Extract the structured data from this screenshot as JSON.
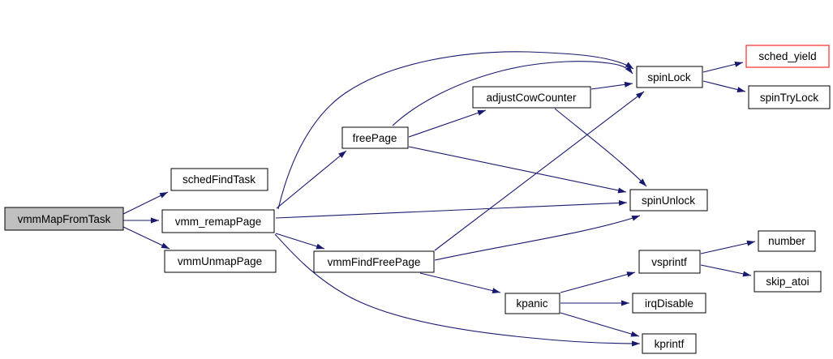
{
  "diagram": {
    "type": "call-graph",
    "theme": {
      "bg": "#ffffff",
      "edge_color": "#191970",
      "node_fill": "#ffffff",
      "node_border": "#000000",
      "root_fill": "#c0c0c0",
      "highlight_border": "#ff0000",
      "text_color": "#000000"
    },
    "nodes": [
      {
        "id": "vmmMapFromTask",
        "label": "vmmMapFromTask",
        "style": "root"
      },
      {
        "id": "schedFindTask",
        "label": "schedFindTask",
        "style": "normal"
      },
      {
        "id": "vmm_remapPage",
        "label": "vmm_remapPage",
        "style": "normal"
      },
      {
        "id": "vmmUnmapPage",
        "label": "vmmUnmapPage",
        "style": "normal"
      },
      {
        "id": "freePage",
        "label": "freePage",
        "style": "normal"
      },
      {
        "id": "adjustCowCounter",
        "label": "adjustCowCounter",
        "style": "normal"
      },
      {
        "id": "vmmFindFreePage",
        "label": "vmmFindFreePage",
        "style": "normal"
      },
      {
        "id": "spinLock",
        "label": "spinLock",
        "style": "normal"
      },
      {
        "id": "sched_yield",
        "label": "sched_yield",
        "style": "highlight"
      },
      {
        "id": "spinTryLock",
        "label": "spinTryLock",
        "style": "normal"
      },
      {
        "id": "spinUnlock",
        "label": "spinUnlock",
        "style": "normal"
      },
      {
        "id": "vsprintf",
        "label": "vsprintf",
        "style": "normal"
      },
      {
        "id": "number",
        "label": "number",
        "style": "normal"
      },
      {
        "id": "skip_atoi",
        "label": "skip_atoi",
        "style": "normal"
      },
      {
        "id": "kpanic",
        "label": "kpanic",
        "style": "normal"
      },
      {
        "id": "irqDisable",
        "label": "irqDisable",
        "style": "normal"
      },
      {
        "id": "kprintf",
        "label": "kprintf",
        "style": "normal"
      }
    ],
    "edges": [
      {
        "from": "vmmMapFromTask",
        "to": "schedFindTask"
      },
      {
        "from": "vmmMapFromTask",
        "to": "vmm_remapPage"
      },
      {
        "from": "vmmMapFromTask",
        "to": "vmmUnmapPage"
      },
      {
        "from": "vmm_remapPage",
        "to": "freePage"
      },
      {
        "from": "vmm_remapPage",
        "to": "spinLock"
      },
      {
        "from": "vmm_remapPage",
        "to": "spinUnlock"
      },
      {
        "from": "vmm_remapPage",
        "to": "vmmFindFreePage"
      },
      {
        "from": "vmm_remapPage",
        "to": "kprintf"
      },
      {
        "from": "freePage",
        "to": "adjustCowCounter"
      },
      {
        "from": "freePage",
        "to": "spinLock"
      },
      {
        "from": "freePage",
        "to": "spinUnlock"
      },
      {
        "from": "adjustCowCounter",
        "to": "spinLock"
      },
      {
        "from": "adjustCowCounter",
        "to": "spinUnlock"
      },
      {
        "from": "vmmFindFreePage",
        "to": "spinLock"
      },
      {
        "from": "vmmFindFreePage",
        "to": "spinUnlock"
      },
      {
        "from": "vmmFindFreePage",
        "to": "kpanic"
      },
      {
        "from": "kpanic",
        "to": "vsprintf"
      },
      {
        "from": "kpanic",
        "to": "irqDisable"
      },
      {
        "from": "kpanic",
        "to": "kprintf"
      },
      {
        "from": "spinLock",
        "to": "sched_yield"
      },
      {
        "from": "spinLock",
        "to": "spinTryLock"
      },
      {
        "from": "vsprintf",
        "to": "number"
      },
      {
        "from": "vsprintf",
        "to": "skip_atoi"
      }
    ]
  }
}
